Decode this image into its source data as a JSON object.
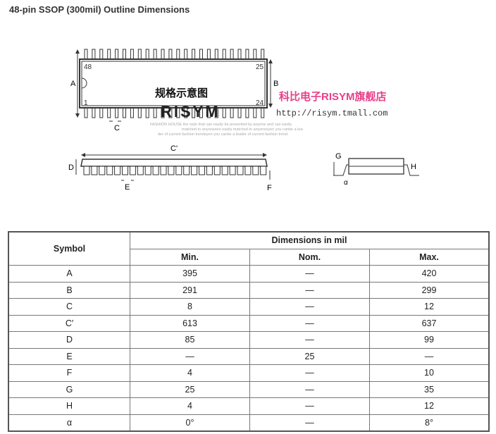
{
  "title": "48-pin SSOP (300mil) Outline Dimensions",
  "drawing": {
    "top_view": {
      "pin_labels": [
        "48",
        "25",
        "1",
        "24"
      ],
      "dim_labels": [
        "A",
        "B",
        "C"
      ]
    },
    "side_view": {
      "dim_labels": [
        "C'",
        "D",
        "E",
        "F"
      ]
    },
    "end_view": {
      "dim_labels": [
        "G",
        "H",
        "α"
      ]
    },
    "watermark": {
      "caption": "规格示意图",
      "store": "科比电子RISYM旗舰店",
      "brand": "RISYM",
      "url": "http://risym.tmall.com",
      "tagline": [
        "FASHION HOUSE the style that can easily be presented by anyone and can easily",
        "matched to anyonesen easily matched to anyonesyen you canbe a lea",
        "der of current fashion trendsyen you canbe a leader of current fashion trend"
      ]
    }
  },
  "table": {
    "symbol_header": "Symbol",
    "group_header": "Dimensions in mil",
    "columns": [
      "Min.",
      "Nom.",
      "Max."
    ],
    "rows": [
      {
        "symbol": "A",
        "min": "395",
        "nom": "—",
        "max": "420"
      },
      {
        "symbol": "B",
        "min": "291",
        "nom": "—",
        "max": "299"
      },
      {
        "symbol": "C",
        "min": "8",
        "nom": "—",
        "max": "12"
      },
      {
        "symbol": "C′",
        "min": "613",
        "nom": "—",
        "max": "637"
      },
      {
        "symbol": "D",
        "min": "85",
        "nom": "—",
        "max": "99"
      },
      {
        "symbol": "E",
        "min": "—",
        "nom": "25",
        "max": "—"
      },
      {
        "symbol": "F",
        "min": "4",
        "nom": "—",
        "max": "10"
      },
      {
        "symbol": "G",
        "min": "25",
        "nom": "—",
        "max": "35"
      },
      {
        "symbol": "H",
        "min": "4",
        "nom": "—",
        "max": "12"
      },
      {
        "symbol": "α",
        "min": "0°",
        "nom": "—",
        "max": "8°"
      }
    ]
  }
}
